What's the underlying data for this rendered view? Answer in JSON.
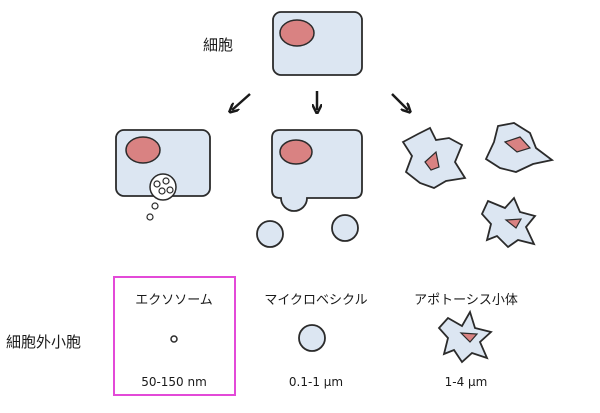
{
  "labels": {
    "cell": "細胞",
    "extracellular_vesicles": "細胞外小胞"
  },
  "types": [
    {
      "name": "エクソソーム",
      "size": "50-150 nm"
    },
    {
      "name": "マイクロベシクル",
      "size": "0.1-1 μm"
    },
    {
      "name": "アポトーシス小体",
      "size": "1-4 μm"
    }
  ],
  "colors": {
    "cell_fill": "#dce6f2",
    "nucleus_fill": "#d98282",
    "outline": "#2b2b2b",
    "highlight_border": "#e34ad8"
  },
  "icons": [
    "arrow-down-left-icon",
    "arrow-down-icon",
    "arrow-down-right-icon"
  ]
}
